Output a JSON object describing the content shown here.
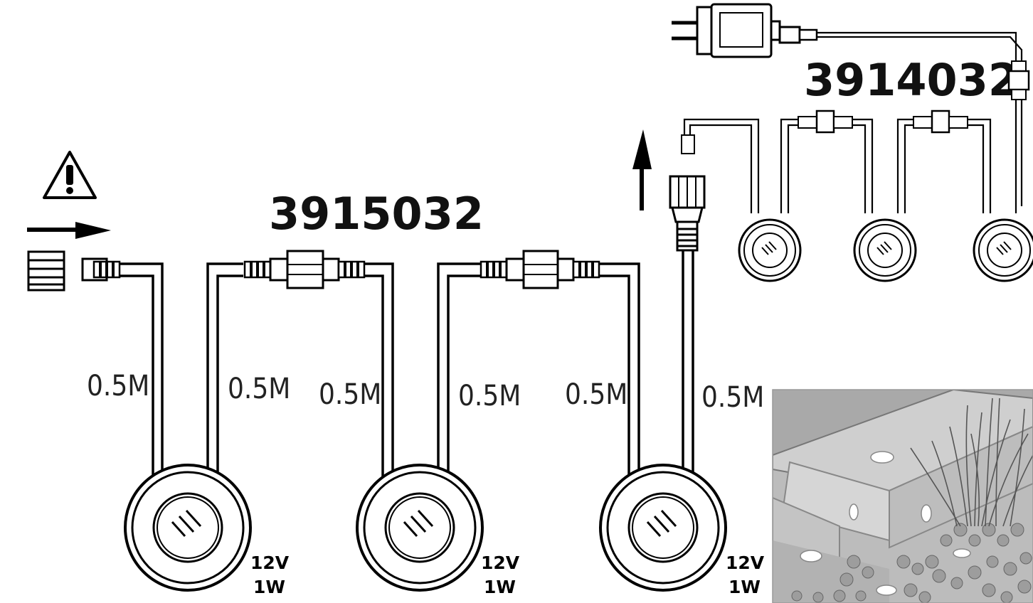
{
  "diagram": {
    "kits": [
      {
        "model": "3915032"
      },
      {
        "model": "3914032"
      }
    ],
    "cable_lengths": [
      "0.5M",
      "0.5M",
      "0.5M",
      "0.5M",
      "0.5M",
      "0.5M"
    ],
    "lights": [
      {
        "voltage": "12V",
        "power": "1W"
      },
      {
        "voltage": "12V",
        "power": "1W"
      },
      {
        "voltage": "12V",
        "power": "1W"
      }
    ],
    "icons": {
      "warning": "warning-triangle-icon",
      "arrow_right": "arrow-right-icon",
      "arrow_up": "arrow-up-icon",
      "plug": "power-adapter-icon",
      "end_cap": "end-cap-icon"
    },
    "colors": {
      "line": "#000000",
      "scene_bg": "#b9b9b9",
      "light_glow": "#ffffff"
    }
  }
}
